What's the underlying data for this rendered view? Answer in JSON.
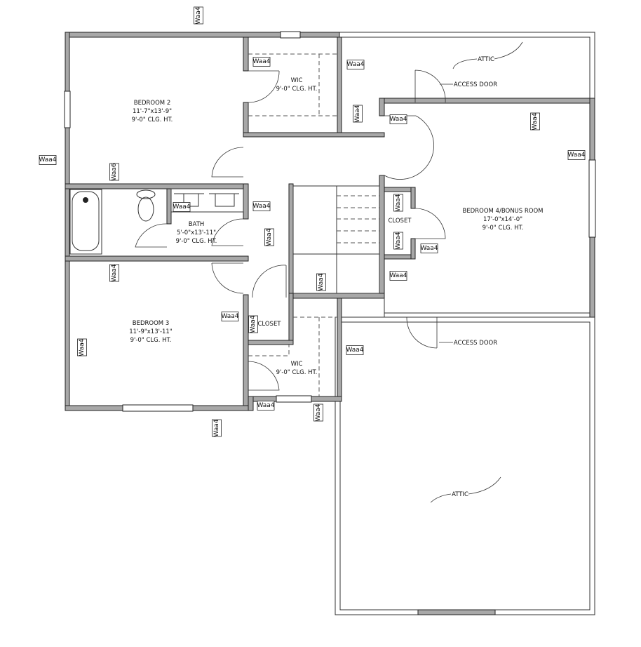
{
  "rooms": {
    "bedroom2": {
      "name": "BEDROOM 2",
      "size": "11'-7\"x13'-9\"",
      "ceiling": "9'-0\" CLG. HT."
    },
    "wic_upper": {
      "name": "WIC",
      "ceiling": "9'-0\" CLG. HT."
    },
    "bath": {
      "name": "BATH",
      "size": "5'-0\"x13'-11\"",
      "ceiling": "9'-0\" CLG. HT."
    },
    "bedroom4": {
      "name": "BEDROOM 4/BONUS ROOM",
      "size": "17'-0\"x14'-0\"",
      "ceiling": "9'-0\" CLG. HT."
    },
    "closet_bed4": {
      "name": "CLOSET"
    },
    "bedroom3": {
      "name": "BEDROOM 3",
      "size": "11'-9\"x13'-11\"",
      "ceiling": "9'-0\" CLG. HT."
    },
    "closet_bed3": {
      "name": "CLOSET"
    },
    "wic_lower": {
      "name": "WIC",
      "ceiling": "9'-0\" CLG. HT."
    },
    "attic_upper": {
      "name": "ATTIC"
    },
    "attic_lower": {
      "name": "ATTIC"
    }
  },
  "annotations": {
    "access_door_upper": "ACCESS DOOR",
    "access_door_lower": "ACCESS DOOR"
  },
  "wall_tags": [
    "Waa4",
    "Waa4",
    "Waa4",
    "Waa4",
    "Waa4",
    "Waa4",
    "Waa4",
    "Waa4",
    "Waa6",
    "Waa4",
    "Waa4",
    "Waa4",
    "Waa4",
    "Waa4",
    "Waa4",
    "Waa4",
    "Waa4",
    "Waa4",
    "Waa4",
    "Waa4",
    "Waa4",
    "Waa4",
    "Waa4",
    "Waa4",
    "Waa4"
  ]
}
